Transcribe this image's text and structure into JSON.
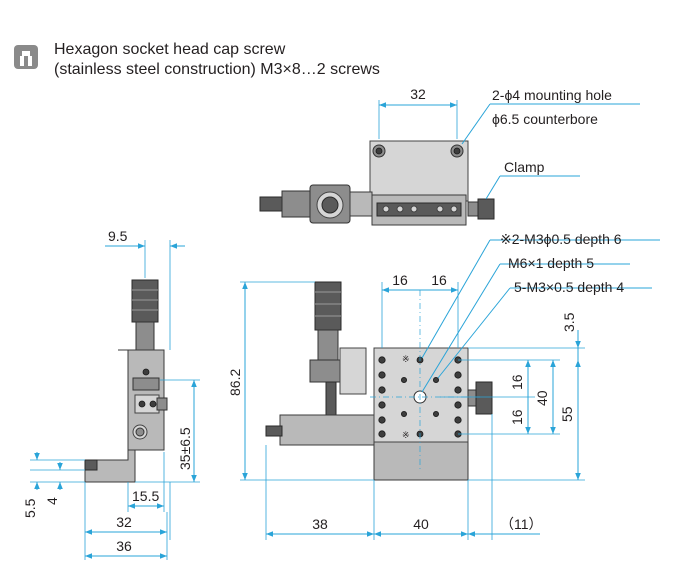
{
  "header": {
    "icon": "screw-head-icon",
    "line1": "Hexagon socket head cap screw",
    "line2": "(stainless steel construction) M3×8…2 screws"
  },
  "top_view": {
    "dim_32": "32",
    "callout_mounting_line1": "2-ϕ4 mounting hole",
    "callout_mounting_line2": "ϕ6.5 counterbore",
    "callout_clamp": "Clamp"
  },
  "side_view": {
    "dim_9_5": "9.5",
    "dim_35": "35±6.5",
    "dim_5_5": "5.5",
    "dim_4": "4",
    "dim_15_5": "15.5",
    "dim_32": "32",
    "dim_36": "36"
  },
  "front_view": {
    "callout_m3_depth6": "※2-M3ϕ0.5 depth 6",
    "callout_m6": "M6×1 depth 5",
    "callout_m3_depth4": "5-M3×0.5 depth 4",
    "dim_16_left": "16",
    "dim_16_right": "16",
    "dim_3_5": "3.5",
    "dim_86_2": "86.2",
    "dim_16_upper": "16",
    "dim_16_lower": "16",
    "dim_40_vertical": "40",
    "dim_55": "55",
    "dim_38": "38",
    "dim_40_horizontal": "40",
    "dim_11": "（11）"
  },
  "colors": {
    "dimension_line": "#2aa4d8",
    "metal_body": "#b9b9b9",
    "text": "#231f20"
  }
}
